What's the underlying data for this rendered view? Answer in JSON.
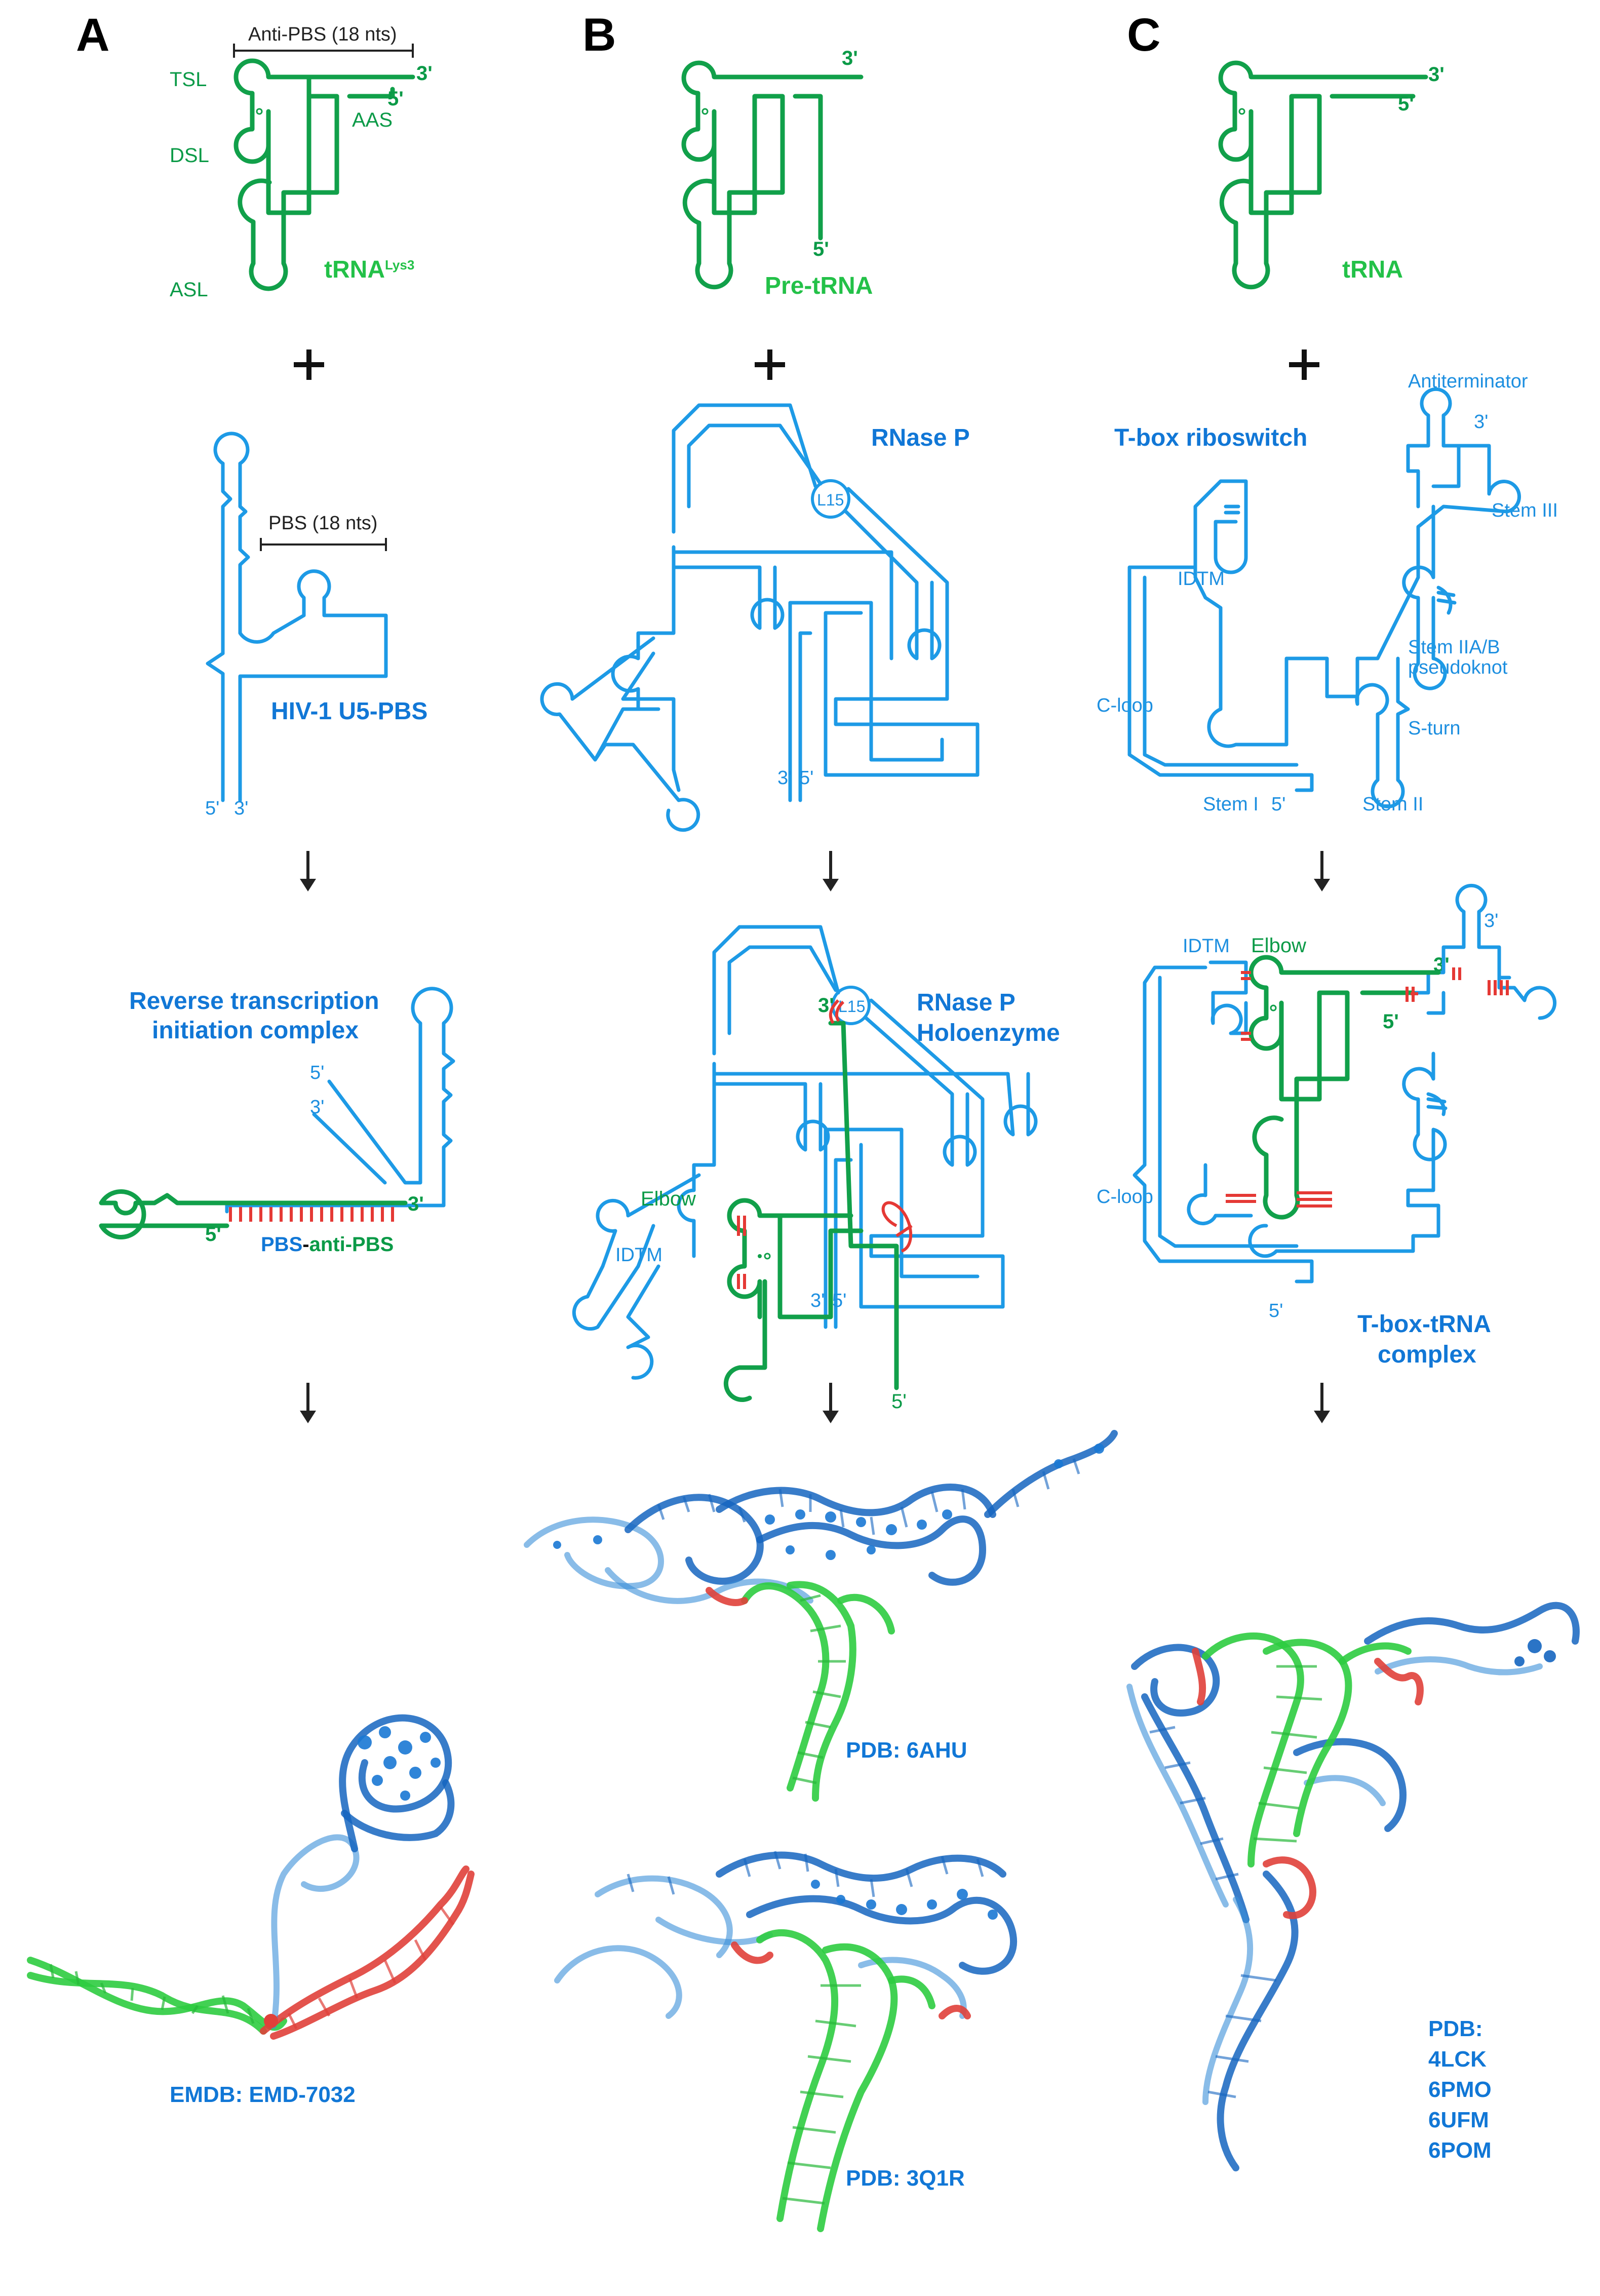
{
  "panels": [
    "A",
    "B",
    "C"
  ],
  "colors": {
    "trna_green": "#11a04a",
    "trna_title_green": "#23c148",
    "partner_blue": "#1d9ae6",
    "title_blue": "#1177d6",
    "contact_red": "#e53935",
    "structure_dark_blue": "#1565c0",
    "structure_green": "#2ecc40"
  },
  "panel_a": {
    "trna": {
      "name": "tRNA",
      "name_sup": "Lys3",
      "bracket_label": "Anti-PBS (18 nts)",
      "tsl": "TSL",
      "dsl": "DSL",
      "asl": "ASL",
      "aas": "AAS",
      "end3": "3'",
      "end5": "5'"
    },
    "partner": {
      "name": "HIV-1 U5-PBS",
      "bracket_label": "PBS (18 nts)",
      "end5": "5'",
      "end3": "3'"
    },
    "complex": {
      "title_line1": "Reverse transcription",
      "title_line2": "initiation complex",
      "end5_top": "5'",
      "end3_top": "3'",
      "end3_green": "3'",
      "end5_green": "5'",
      "pair_label_pbs": "PBS",
      "pair_label_sep": "-",
      "pair_label_anti": "anti-PBS"
    },
    "structure_label": "EMDB: EMD-7032"
  },
  "panel_b": {
    "trna": {
      "name": "Pre-tRNA",
      "end3": "3'",
      "end5": "5'"
    },
    "partner": {
      "name": "RNase P",
      "l15": "L15",
      "end3": "3'",
      "end5": "5'"
    },
    "complex": {
      "title_line1": "RNase P",
      "title_line2": "Holoenzyme",
      "l15": "L15",
      "elbow": "Elbow",
      "idtm": "IDTM",
      "end3_green": "3'",
      "end3": "3'",
      "end5": "5'",
      "end5_green": "5'"
    },
    "structure_labels": [
      "PDB: 6AHU",
      "PDB: 3Q1R"
    ]
  },
  "panel_c": {
    "trna": {
      "name": "tRNA",
      "end3": "3'",
      "end5": "5'"
    },
    "partner": {
      "name": "T-box riboswitch",
      "antiterminator": "Antiterminator",
      "end3": "3'",
      "stem3": "Stem III",
      "idtm": "IDTM",
      "stem2ab_line1": "Stem IIA/B",
      "stem2ab_line2": "pseudoknot",
      "cloop": "C-loop",
      "sturn": "S-turn",
      "stem1": "Stem I",
      "end5": "5'",
      "stem2": "Stem II"
    },
    "complex": {
      "idtm": "IDTM",
      "elbow": "Elbow",
      "end3_blue": "3'",
      "end3_green": "3'",
      "end5_green": "5'",
      "cloop": "C-loop",
      "end5": "5'",
      "title_line1": "T-box-tRNA",
      "title_line2": "complex"
    },
    "structure_label_lines": [
      "PDB:",
      "4LCK",
      "6PMO",
      "6UFM",
      "6POM"
    ]
  }
}
